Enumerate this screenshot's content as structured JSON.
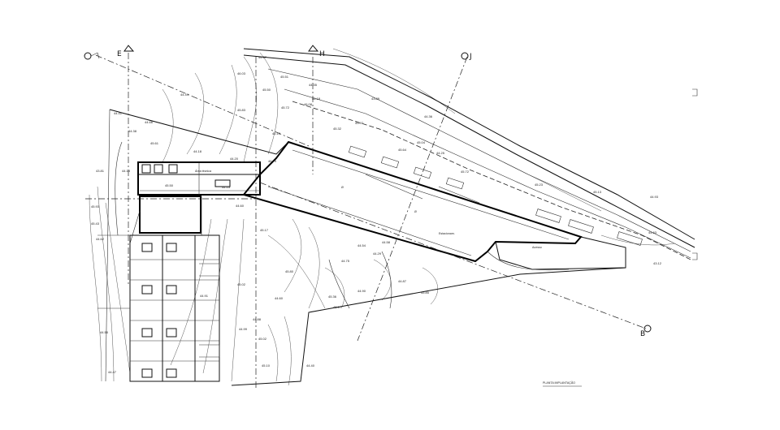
{
  "section_markers": {
    "top_left": "E",
    "top_mid": "H",
    "top_right": "J",
    "bottom_right": "B"
  },
  "level_labels": [
    "44.37",
    "46.03",
    "45.51",
    "44.35",
    "45.50",
    "44.49",
    "45.83",
    "46.18",
    "44.41",
    "43.89",
    "44.38",
    "45.72",
    "46.08",
    "44.66",
    "44.18",
    "45.32",
    "43.97",
    "44.36",
    "45.10",
    "45.61",
    "44.20",
    "43.81",
    "46.79",
    "44.18",
    "45.64",
    "45.04",
    "44.25",
    "45.50",
    "44.13",
    "45.72",
    "45.23",
    "45.93",
    "45.43",
    "44.60",
    "45.17",
    "44.62",
    "44.58",
    "44.54",
    "44.29",
    "45.80",
    "44.75",
    "45.02",
    "44.87",
    "45.85",
    "44.90",
    "44.91",
    "44.60",
    "45.36",
    "46.17",
    "44.88",
    "44.99",
    "45.02",
    "45.10",
    "44.40",
    "44.63",
    "43.12",
    "45.13",
    "44.93",
    "44.47",
    "44.55"
  ],
  "area_labels": {
    "upper_room": "Área técnica",
    "inner_tag": "Ø",
    "lower_tag": "Ø",
    "central_label": "Estacionam.",
    "right_label": "Acesso"
  },
  "sheet_caption": "PLANTA IMPLANTAÇÃO",
  "colors": {
    "line": "#111111",
    "background": "#ffffff"
  }
}
